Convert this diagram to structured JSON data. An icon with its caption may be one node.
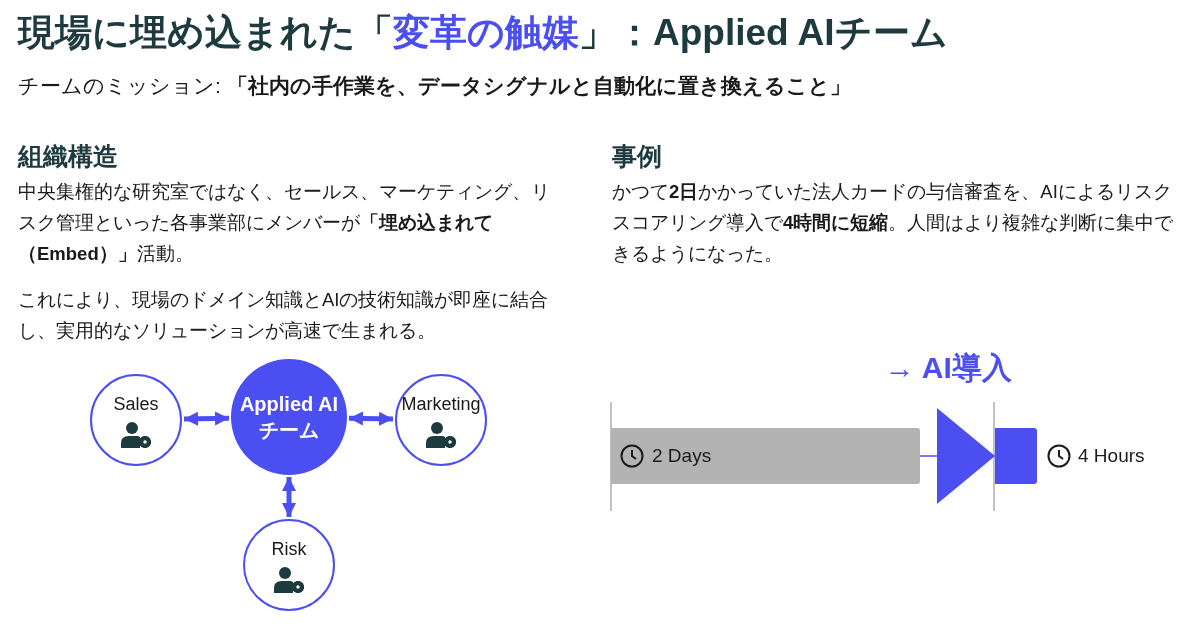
{
  "diagram": {
    "title": "現場に埋め込まれた「*変革の触媒*」：Applied AIチーム",
    "nodes": [
      {
        "text": [
          "Sales"
        ]
      },
      {
        "text": [
          "Applied AIチーム"
        ]
      },
      {
        "text": [
          "Marketing"
        ]
      },
      {
        "text": [
          "Risk"
        ]
      },
      {
        "text": [
          "2 Days"
        ]
      },
      {
        "text": [],
        "shape": "bar",
        "beside": [
          "4 Hours"
        ]
      }
    ],
    "edges": [
      {
        "from": 0,
        "to": 1,
        "arrow": "both"
      },
      {
        "from": 1,
        "to": 2,
        "arrow": "both"
      },
      {
        "from": 1,
        "to": 3,
        "arrow": "both"
      },
      {
        "from": 4,
        "to": 5,
        "arrow": "to",
        "label": "→ AI導入"
      }
    ],
    "labels": [
      "チームのミッション: **「社内の手作業を、データシグナルと自動化に置き換えること」**",
      "組織構造",
      "中央集権的な研究室ではなく、セールス、マーケティング、リスク管理といった各事業部にメンバーが**「埋め込まれて（Embed）」**活動。",
      "これにより、現場のドメイン知識とAIの技術知識が即座に結合し、実用的なソリューションが高速で生まれる。",
      "事例",
      "かつて**2日**かかっていた法人カードの与信審査を、AIによるリスクスコアリング導入で**4時間に短縮**。人間はより複雑な判断に集中できるようになった。"
    ]
  }
}
